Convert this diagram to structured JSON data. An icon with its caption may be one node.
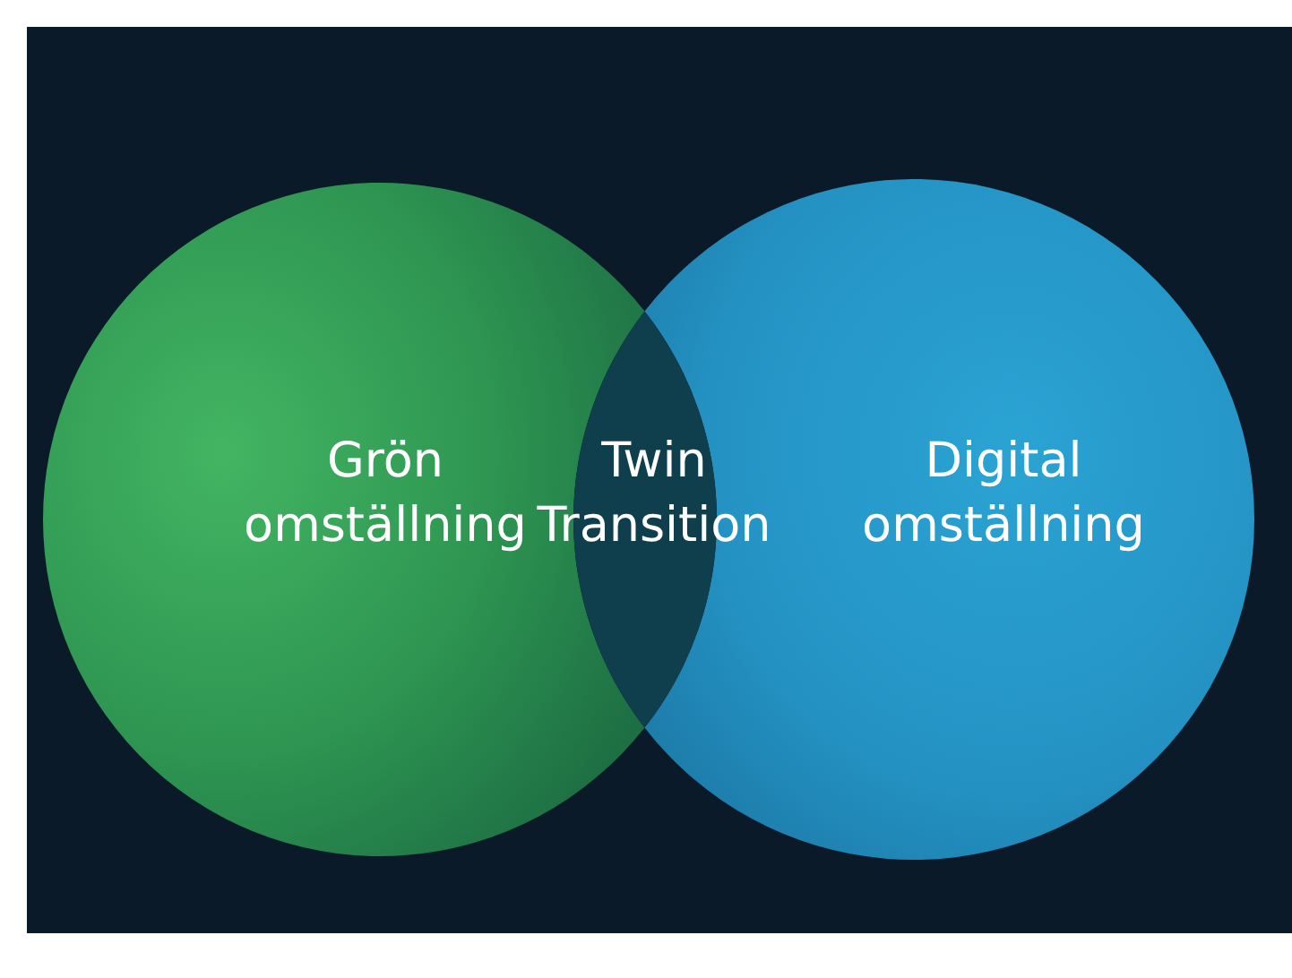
{
  "diagram": {
    "nodes": [
      {
        "text": [
          "Grön omställning"
        ]
      },
      {
        "text": [
          "Digital omställning"
        ]
      },
      {
        "text": [
          "Twin Transition"
        ]
      }
    ],
    "edges": []
  }
}
